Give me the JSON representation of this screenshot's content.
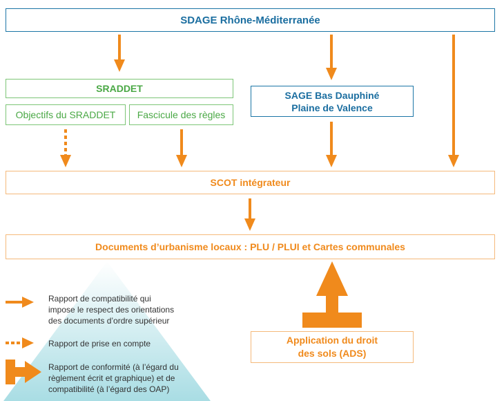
{
  "colors": {
    "blue": "#1b6ea0",
    "green": "#4aa845",
    "orange": "#f08a1c",
    "arrow": "#f08a1c"
  },
  "boxes": {
    "sdage": "SDAGE Rhône-Méditerranée",
    "sraddet": "SRADDET",
    "objectifs": "Objectifs du SRADDET",
    "fascicule": "Fascicule des règles",
    "sage_line1": "SAGE Bas Dauphiné",
    "sage_line2": "Plaine de Valence",
    "scot": "SCOT intégrateur",
    "docs": "Documents d’urbanisme locaux : PLU / PLUI et Cartes communales",
    "ads_line1": "Application du droit",
    "ads_line2": "des sols (ADS)"
  },
  "legend": {
    "compat_line1": "Rapport de compatibilité qui",
    "compat_line2": "impose le respect des orientations",
    "compat_line3": "des documents d’ordre supérieur",
    "prise_line1": "Rapport de prise en compte",
    "conf_line1": "Rapport de conformité (à l’égard du",
    "conf_line2": "règlement écrit et graphique) et de",
    "conf_line3": "compatibilité (à l’égard des OAP)"
  }
}
